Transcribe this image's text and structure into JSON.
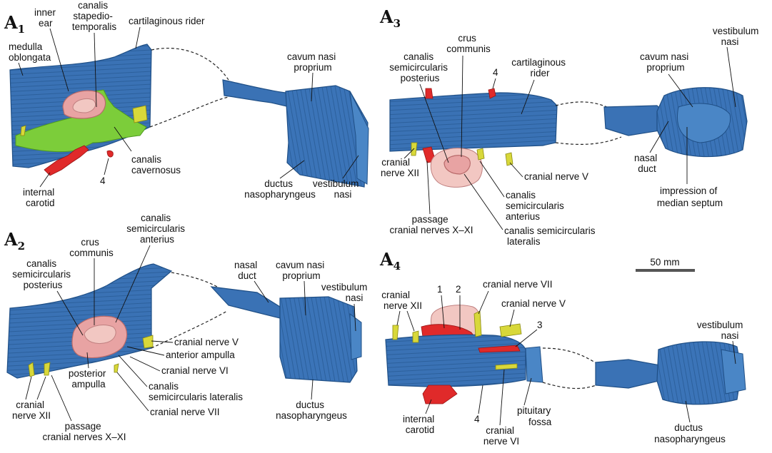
{
  "colors": {
    "endocast": "#3a72b5",
    "inner_ear": "#e8a3a3",
    "canal_stapedio_temporalis": "#7ccd3a",
    "cranial_nerves": "#d8d83a",
    "internal_carotid": "#e02a2a"
  },
  "panels": {
    "a1": {
      "letter": "A",
      "sub": "1",
      "labels": {
        "inner_ear": [
          "inner",
          "ear"
        ],
        "canalis_stapedio": [
          "canalis",
          "stapedio-",
          "temporalis"
        ],
        "cartilaginous_rider": "cartilaginous rider",
        "medulla": [
          "medulla",
          "oblongata"
        ],
        "cavum": [
          "cavum nasi",
          "proprium"
        ],
        "canalis_cavernosus": [
          "canalis",
          "cavernosus"
        ],
        "four": "4",
        "internal_carotid": [
          "internal",
          "carotid"
        ],
        "ductus": [
          "ductus",
          "nasopharyngeus"
        ],
        "vestibulum": [
          "vestibulum",
          "nasi"
        ]
      }
    },
    "a2": {
      "letter": "A",
      "sub": "2",
      "labels": {
        "canalis_anterius": [
          "canalis",
          "semicircularis",
          "anterius"
        ],
        "crus": [
          "crus",
          "communis"
        ],
        "canalis_posterius": [
          "canalis",
          "semicircularis",
          "posterius"
        ],
        "nasal_duct": [
          "nasal",
          "duct"
        ],
        "cavum": [
          "cavum nasi",
          "proprium"
        ],
        "vestibulum": [
          "vestibulum",
          "nasi"
        ],
        "nerve_v": "cranial nerve V",
        "anterior_ampulla": "anterior ampulla",
        "nerve_vi": "cranial nerve VI",
        "posterior_ampulla": [
          "posterior",
          "ampulla"
        ],
        "canalis_lateralis": [
          "canalis",
          "semicircularis lateralis"
        ],
        "nerve_vii": "cranial nerve VII",
        "nerve_xii": [
          "cranial",
          "nerve XII"
        ],
        "passage": [
          "passage",
          "cranial nerves X–XI"
        ],
        "ductus": [
          "ductus",
          "nasopharyngeus"
        ]
      }
    },
    "a3": {
      "letter": "A",
      "sub": "3",
      "labels": {
        "crus": [
          "crus",
          "communis"
        ],
        "canalis_posterius": [
          "canalis",
          "semicircularis",
          "posterius"
        ],
        "four": "4",
        "cartilaginous_rider": [
          "cartilaginous",
          "rider"
        ],
        "cavum": [
          "cavum nasi",
          "proprium"
        ],
        "vestibulum": [
          "vestibulum",
          "nasi"
        ],
        "nasal_duct": [
          "nasal",
          "duct"
        ],
        "nerve_xii": [
          "cranial",
          "nerve XII"
        ],
        "nerve_v": "cranial nerve V",
        "canalis_anterius": [
          "canalis",
          "semicircularis",
          "anterius"
        ],
        "passage": [
          "passage",
          "cranial nerves X–XI"
        ],
        "canalis_lateralis": [
          "canalis semicircularis",
          "lateralis"
        ],
        "impression": [
          "impression of",
          "median septum"
        ]
      }
    },
    "a4": {
      "letter": "A",
      "sub": "4",
      "labels": {
        "nerve_xii": [
          "cranial",
          "nerve XII"
        ],
        "one": "1",
        "two": "2",
        "nerve_vii": "cranial nerve VII",
        "nerve_v": "cranial nerve V",
        "three": "3",
        "vestibulum": [
          "vestibulum",
          "nasi"
        ],
        "internal_carotid": [
          "internal",
          "carotid"
        ],
        "four": "4",
        "nerve_vi": [
          "cranial",
          "nerve VI"
        ],
        "pituitary": [
          "pituitary",
          "fossa"
        ],
        "ductus": [
          "ductus",
          "nasopharyngeus"
        ]
      }
    }
  },
  "scale_bar": {
    "label": "50 mm",
    "length_mm": 50
  }
}
